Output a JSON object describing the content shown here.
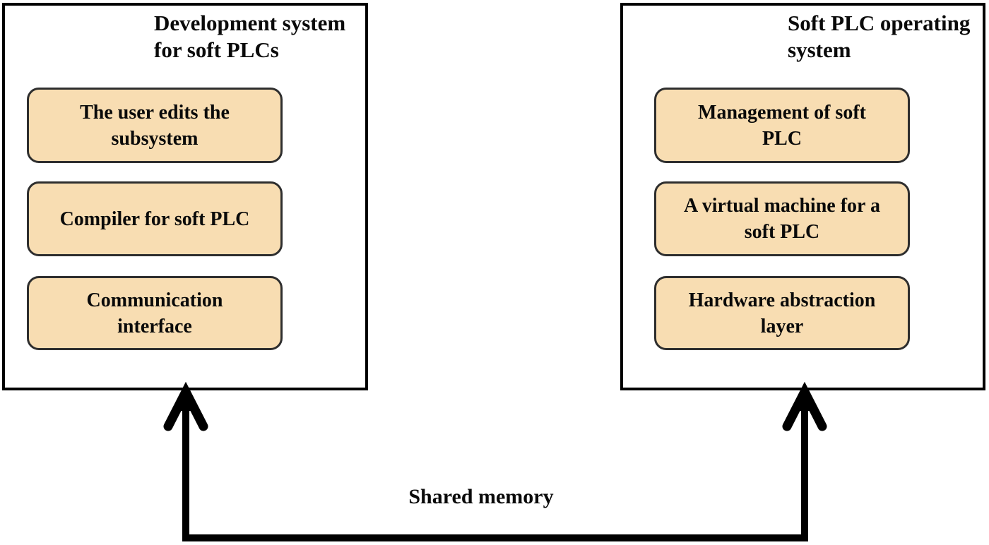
{
  "diagram": {
    "type": "block-diagram",
    "colors": {
      "background": "#ffffff",
      "panel_border": "#000000",
      "node_fill": "#f8ddb2",
      "node_border": "#2e2e2e",
      "text": "#0a0a0a",
      "connector": "#000000"
    },
    "left_panel": {
      "title": "Development system for soft PLCs",
      "title_lines": [
        "Development system",
        "for soft PLCs"
      ],
      "nodes": [
        {
          "label": "The user edits the subsystem",
          "lines": [
            "The user edits the",
            "subsystem"
          ]
        },
        {
          "label": "Compiler for soft PLC",
          "lines": [
            "Compiler for soft PLC"
          ]
        },
        {
          "label": "Communication interface",
          "lines": [
            "Communication",
            "interface"
          ]
        }
      ]
    },
    "right_panel": {
      "title": "Soft PLC operating system",
      "title_lines": [
        "Soft PLC operating",
        "system"
      ],
      "nodes": [
        {
          "label": "Management of soft PLC",
          "lines": [
            "Management of soft",
            "PLC"
          ]
        },
        {
          "label": "A virtual machine for a soft PLC",
          "lines": [
            "A virtual machine for a",
            "soft PLC"
          ]
        },
        {
          "label": "Hardware abstraction layer",
          "lines": [
            "Hardware abstraction",
            "layer"
          ]
        }
      ]
    },
    "connector": {
      "label": "Shared memory",
      "shape": "u-shaped double-headed arrow connecting the bottoms of both panels"
    }
  }
}
